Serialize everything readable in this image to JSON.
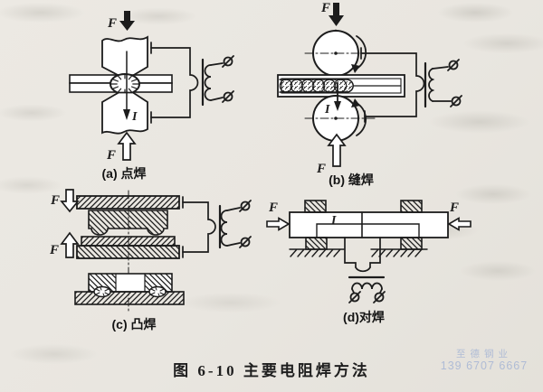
{
  "figure": {
    "caption": "图 6-10  主要电阻焊方法",
    "subfigures": [
      {
        "key": "a",
        "label": "(a) 点焊"
      },
      {
        "key": "b",
        "label": "(b) 缝焊"
      },
      {
        "key": "c",
        "label": "(c) 凸焊"
      },
      {
        "key": "d",
        "label": "(d)对焊"
      }
    ],
    "symbols": {
      "force": "F",
      "current": "I"
    },
    "icons": {
      "phase_terminal": "circle-slash",
      "transformer": "coil-and-core"
    }
  },
  "watermark": {
    "line1": "至德钢业",
    "line2": "139 6707 6667"
  },
  "colors": {
    "ink": "#1c1c1c",
    "paper": "#e9e6e0",
    "watermark": "#9dafd4"
  }
}
